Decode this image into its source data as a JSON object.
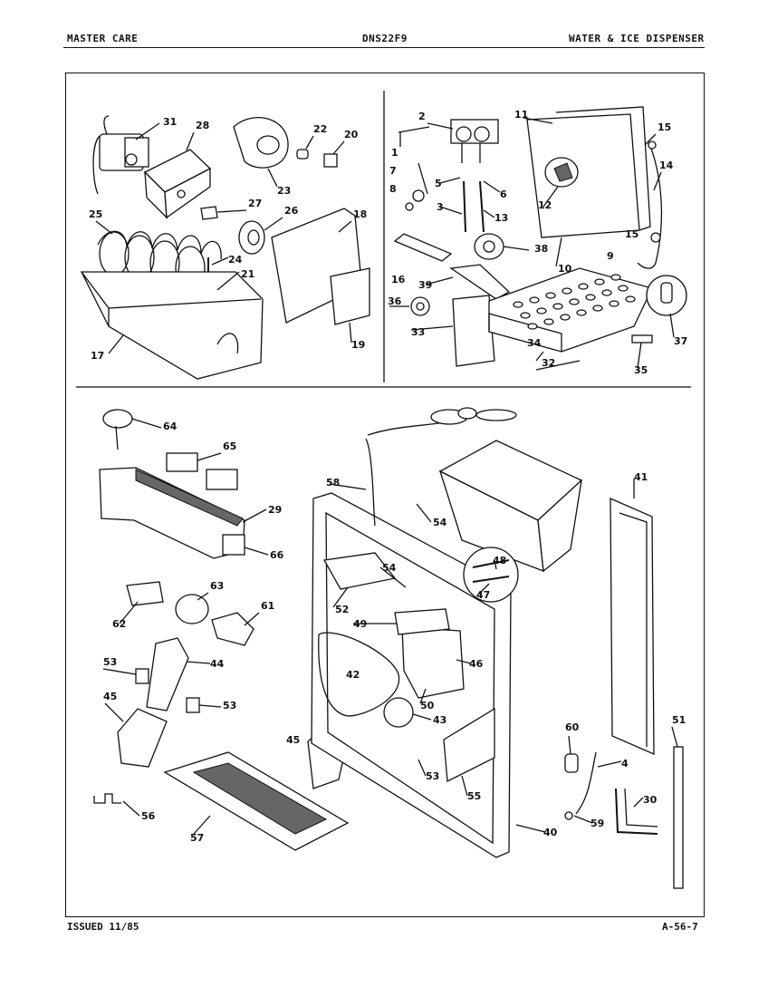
{
  "header": {
    "left": "MASTER CARE",
    "center": "DNS22F9",
    "right": "WATER & ICE DISPENSER"
  },
  "footer": {
    "left": "ISSUED 11/85",
    "right": "A-56-7"
  },
  "part_numbers": [
    "1",
    "2",
    "3",
    "4",
    "5",
    "6",
    "7",
    "8",
    "9",
    "10",
    "11",
    "12",
    "13",
    "14",
    "15",
    "16",
    "17",
    "18",
    "19",
    "20",
    "21",
    "22",
    "23",
    "24",
    "25",
    "26",
    "27",
    "28",
    "29",
    "30",
    "31",
    "32",
    "33",
    "34",
    "35",
    "36",
    "37",
    "38",
    "39",
    "40",
    "41",
    "42",
    "43",
    "44",
    "45",
    "46",
    "47",
    "48",
    "49",
    "50",
    "51",
    "52",
    "53",
    "54",
    "55",
    "56",
    "57",
    "58",
    "59",
    "60",
    "61",
    "62",
    "63",
    "64",
    "65",
    "66"
  ]
}
